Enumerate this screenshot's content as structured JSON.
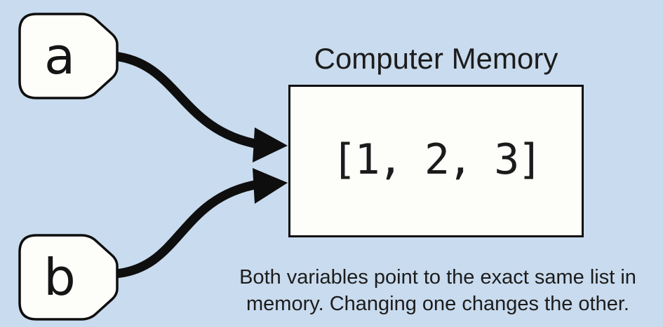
{
  "title": "Computer Memory",
  "variables": [
    {
      "label": "a"
    },
    {
      "label": "b"
    }
  ],
  "memory_box": {
    "value": "[1, 2, 3]"
  },
  "caption_lines": [
    "Both variables point to the exact same list in",
    "memory. Changing one changes the other."
  ],
  "colors": {
    "background": "#c9dbee",
    "shape_fill": "#fdfdfa",
    "line": "#0e0e0e",
    "text": "#1c1c1c"
  }
}
